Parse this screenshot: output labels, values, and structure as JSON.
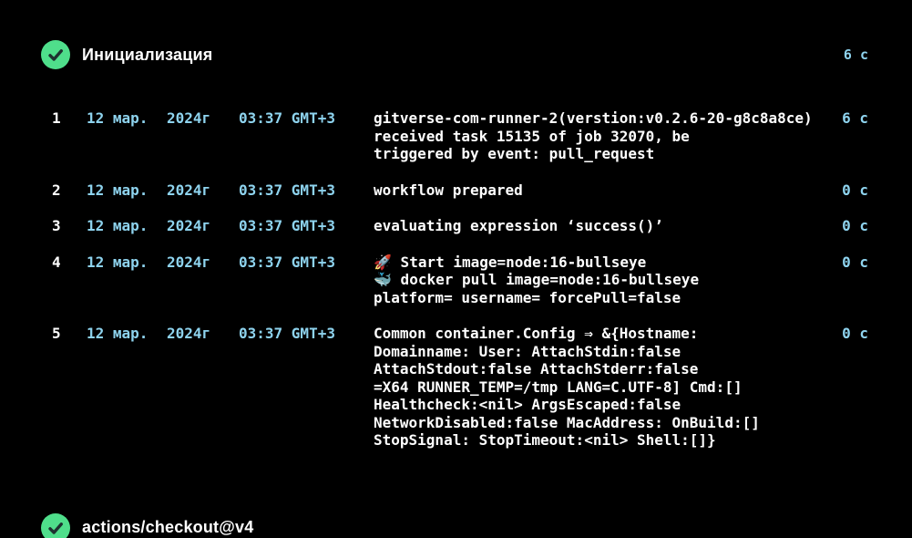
{
  "theme": {
    "background": "#000000",
    "text_primary": "#ffffff",
    "accent_cyan": "#8ED3EE",
    "success_green": "#4FDE8B",
    "check_mark_dark": "#1E3230"
  },
  "sections": [
    {
      "status_icon": "check-circle",
      "status": "success",
      "title": "Инициализация",
      "duration": "6 с"
    },
    {
      "status_icon": "check-circle",
      "status": "success",
      "title": "actions/checkout@v4",
      "duration": ""
    }
  ],
  "log": {
    "rows": [
      {
        "num": "1",
        "date": "12 мар.",
        "year": "2024г",
        "time": "03:37 GMT+3",
        "message": [
          "gitverse-com-runner-2(verstion:v0.2.6-20-g8c8a8ce)",
          "received task 15135 of job 32070, be",
          "triggered by event: pull_request"
        ],
        "duration": "6 с"
      },
      {
        "num": "2",
        "date": "12 мар.",
        "year": "2024г",
        "time": "03:37 GMT+3",
        "message": [
          "workflow prepared"
        ],
        "duration": "0 с"
      },
      {
        "num": "3",
        "date": "12 мар.",
        "year": "2024г",
        "time": "03:37 GMT+3",
        "message": [
          "evaluating expression ‘success()’"
        ],
        "duration": "0 с"
      },
      {
        "num": "4",
        "date": "12 мар.",
        "year": "2024г",
        "time": "03:37 GMT+3",
        "message": [
          "🚀 Start image=node:16-bullseye",
          "🐳 docker pull image=node:16-bullseye",
          "platform= username= forcePull=false"
        ],
        "duration": "0 с"
      },
      {
        "num": "5",
        "date": "12 мар.",
        "year": "2024г",
        "time": "03:37 GMT+3",
        "message": [
          "Common container.Config ⇒ &{Hostname:",
          "Domainname: User: AttachStdin:false",
          "AttachStdout:false AttachStderr:false",
          "=X64 RUNNER_TEMP=/tmp LANG=C.UTF-8] Cmd:[]",
          "Healthcheck:<nil> ArgsEscaped:false",
          "NetworkDisabled:false MacAddress: OnBuild:[]",
          "StopSignal: StopTimeout:<nil> Shell:[]}"
        ],
        "duration": "0 с"
      }
    ]
  }
}
